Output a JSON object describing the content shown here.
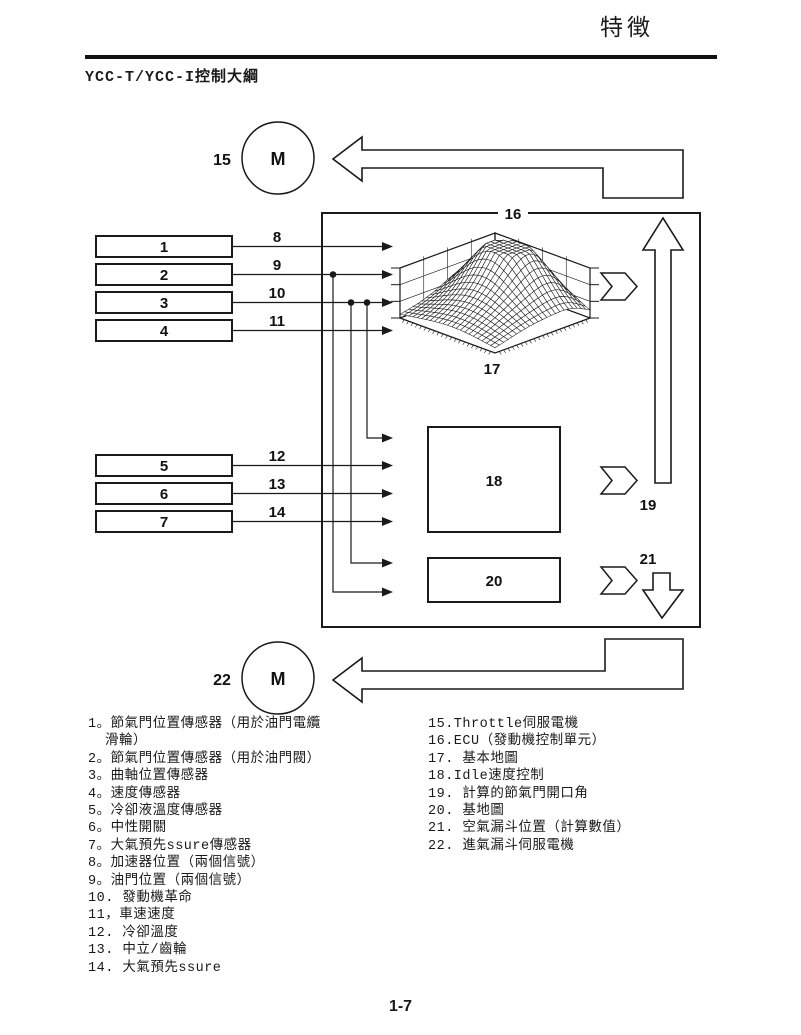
{
  "page": {
    "header_title": "特徴",
    "section_title": "YCC-T/YCC-I控制大綱",
    "page_number": "1-7"
  },
  "diagram": {
    "top_motor": {
      "number": "15",
      "letter": "M"
    },
    "bottom_motor": {
      "number": "22",
      "letter": "M"
    },
    "ecu_label": "16",
    "map_label": "17",
    "idle_box_label": "18",
    "up_arrow_label": "19",
    "base_map_box_label": "20",
    "down_arrow_label": "21",
    "sensor_boxes": [
      "1",
      "2",
      "3",
      "4",
      "5",
      "6",
      "7"
    ],
    "signals": [
      "8",
      "9",
      "10",
      "11",
      "12",
      "13",
      "14"
    ]
  },
  "legend": {
    "left": [
      "1。節氣門位置傳感器（用於油門電纜\n滑輪）",
      "2。節氣門位置傳感器（用於油門閥）",
      "3。曲軸位置傳感器",
      "4。速度傳感器",
      "5。冷卻液溫度傳感器",
      "6。中性開關",
      "7。大氣預先ssure傳感器",
      "8。加速器位置（兩個信號）",
      "9。油門位置（兩個信號）",
      "10. 發動機革命",
      "11，車速速度",
      "12. 冷卻溫度",
      "13. 中立/齒輪",
      "14. 大氣預先ssure"
    ],
    "right": [
      "15.Throttle伺服電機",
      "16.ECU（發動機控制單元）",
      "17. 基本地圖",
      "18.Idle速度控制",
      "19. 計算的節氣門開口角",
      "20. 基地圖",
      "21. 空氣漏斗位置（計算數值）",
      "22. 進氣漏斗伺服電機"
    ]
  }
}
